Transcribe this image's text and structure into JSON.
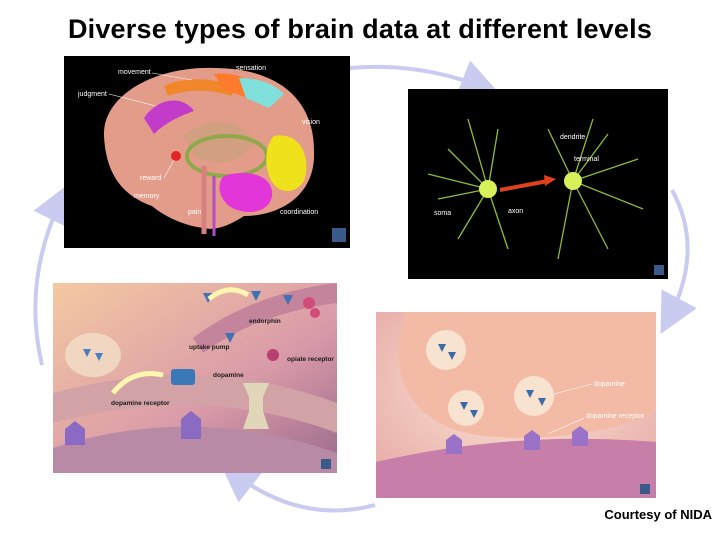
{
  "title": "Diverse types of brain data at different levels",
  "credit": "Courtesy of NIDA",
  "colors": {
    "cycle_arrow": "#c9cbf0",
    "panel_black": "#000000"
  },
  "panels": {
    "brain": {
      "labels": {
        "movement": "movement",
        "sensation": "sensation",
        "judgment": "judgment",
        "vision": "vision",
        "reward": "reward",
        "memory": "memory",
        "pain": "pain",
        "coordination": "coordination"
      }
    },
    "neuron": {
      "labels": {
        "dendrite": "dendrite",
        "terminal": "terminal",
        "soma": "soma",
        "axon": "axon"
      }
    },
    "opiate": {
      "labels": {
        "endorphin": "endorphin",
        "uptake_pump": "uptake pump",
        "opiate_receptor": "opiate receptor",
        "dopamine": "dopamine",
        "dopamine_receptor": "dopamine receptor"
      }
    },
    "synapse": {
      "labels": {
        "dopamine": "dopamine",
        "dopamine_receptor": "dopamine receptor"
      }
    }
  }
}
